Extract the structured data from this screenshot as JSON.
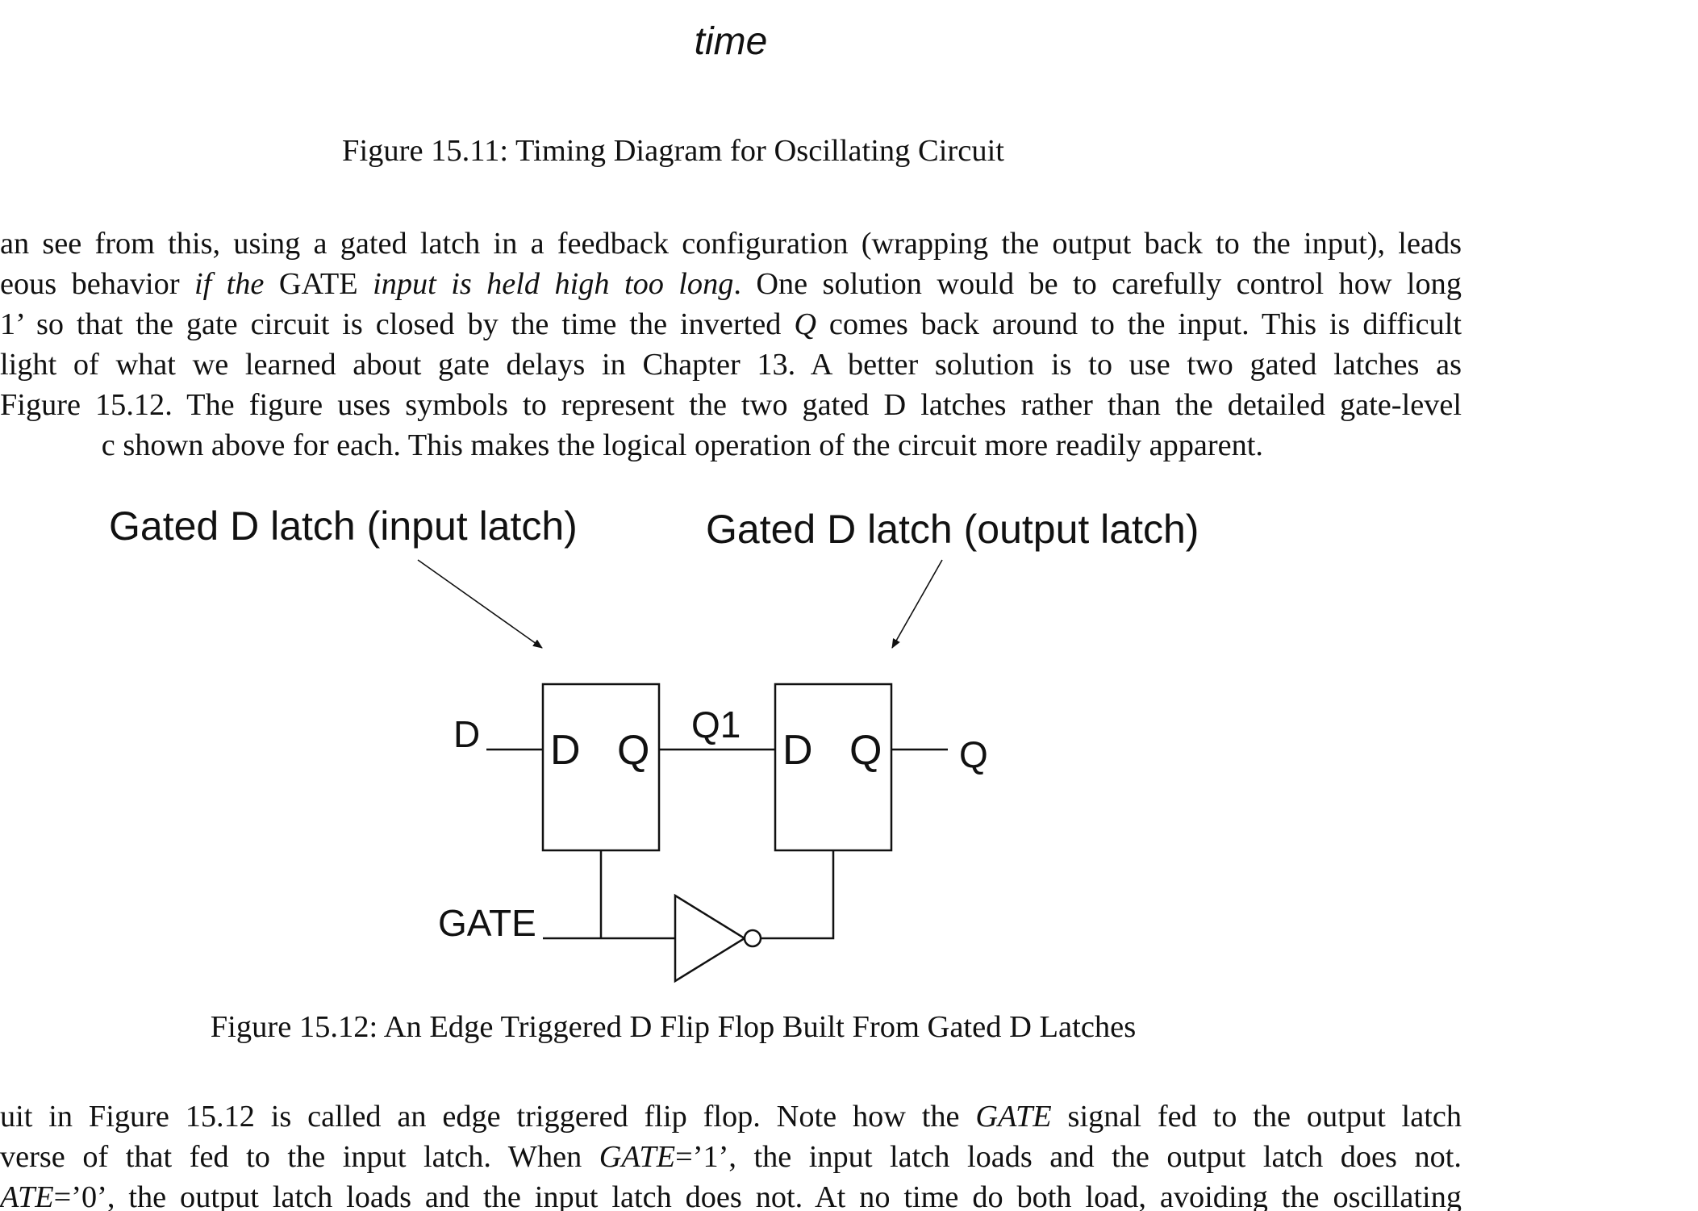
{
  "figure_top": {
    "axis_label": "time",
    "caption": "Figure 15.11: Timing Diagram for Oscillating Circuit"
  },
  "paragraph1": {
    "line1": "an see from this, using a gated latch in a feedback configuration (wrapping the output back to the input), leads",
    "line2": [
      {
        "text": "eous behavior ",
        "italic": false
      },
      {
        "text": "if the",
        "italic": true
      },
      {
        "text": " GATE ",
        "italic": false
      },
      {
        "text": "input is held high too long",
        "italic": true
      },
      {
        "text": ". One solution would be to carefully control how long",
        "italic": false
      }
    ],
    "line3": [
      {
        "text": "1’ so that the gate circuit is closed by the time the inverted ",
        "italic": false
      },
      {
        "text": "Q",
        "italic": true
      },
      {
        "text": " comes back around to the input. This is difficult",
        "italic": false
      }
    ],
    "line4": "light of what we learned about gate delays in Chapter 13. A better solution is to use two gated latches as",
    "line5": "Figure 15.12. The figure uses symbols to represent the two gated D latches rather than the detailed gate-level",
    "line6": "c shown above for each. This makes the logical operation of the circuit more readily apparent."
  },
  "figure_circuit": {
    "label_input_latch": "Gated D latch (input latch)",
    "label_output_latch": "Gated D latch (output latch)",
    "signal_d": "D",
    "signal_q1": "Q1",
    "signal_q": "Q",
    "signal_gate": "GATE",
    "latch1_d_pin": "D",
    "latch1_q_pin": "Q",
    "latch2_d_pin": "D",
    "latch2_q_pin": "Q",
    "caption": "Figure 15.12: An Edge Triggered D Flip Flop Built From Gated D Latches"
  },
  "paragraph2": {
    "line1": [
      {
        "text": "uit in Figure 15.12 is called an edge triggered flip flop. Note how the ",
        "italic": false
      },
      {
        "text": "GATE",
        "italic": true
      },
      {
        "text": " signal fed to the output latch",
        "italic": false
      }
    ],
    "line2": [
      {
        "text": "verse of that fed to the input latch. When ",
        "italic": false
      },
      {
        "text": "GATE",
        "italic": true
      },
      {
        "text": "=’1’, the input latch loads and the output latch does not.",
        "italic": false
      }
    ],
    "line3": [
      {
        "text": "ATE",
        "italic": true
      },
      {
        "text": "=’0’, the output latch loads and the input latch does not. At no time do both load, avoiding the oscillating",
        "italic": false
      }
    ]
  }
}
